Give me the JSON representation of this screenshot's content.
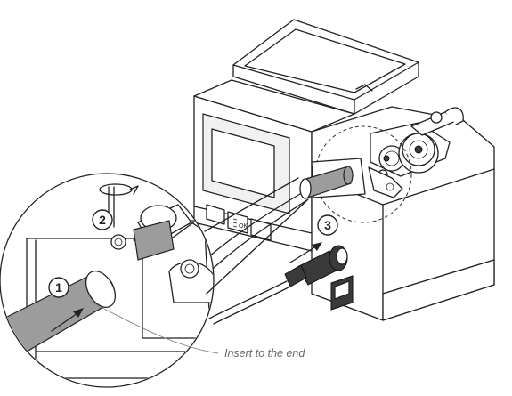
{
  "steps": [
    {
      "number": "1"
    },
    {
      "number": "2"
    },
    {
      "number": "3"
    }
  ],
  "caption": "Insert to the end",
  "colors": {
    "line": "#222222",
    "hose_gray": "#9c9c9c",
    "background": "#ffffff"
  }
}
